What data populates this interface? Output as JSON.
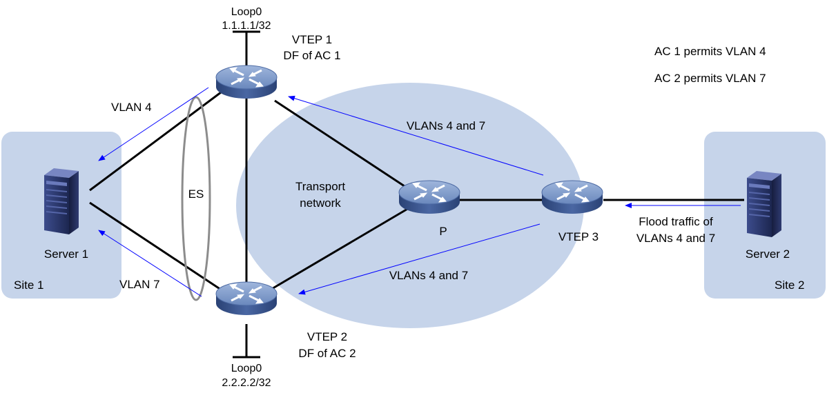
{
  "colors": {
    "site_fill": "#c6d4ea",
    "transport_fill": "#c6d4ea",
    "link": "#000000",
    "arrow": "#0000ff",
    "es_ring": "#8c8c8c",
    "router_top": "#7f9ac6",
    "router_side": "#2f4a82",
    "server_dark": "#1a2244",
    "server_light": "#4a5a9c"
  },
  "sites": {
    "site1_label": "Site 1",
    "site2_label": "Site 2"
  },
  "servers": {
    "server1_label": "Server 1",
    "server2_label": "Server 2"
  },
  "transport": {
    "label_line1": "Transport",
    "label_line2": "network"
  },
  "es": {
    "label": "ES"
  },
  "vtep1": {
    "name": "VTEP 1",
    "role": "DF of AC 1",
    "loopback_name": "Loop0",
    "loopback_ip": "1.1.1.1/32"
  },
  "vtep2": {
    "name": "VTEP 2",
    "role": "DF of AC 2",
    "loopback_name": "Loop0",
    "loopback_ip": "2.2.2.2/32"
  },
  "vtep3": {
    "name": "VTEP 3"
  },
  "p_router": {
    "name": "P"
  },
  "flows": {
    "vlan4_label": "VLAN 4",
    "vlan7_label": "VLAN 7",
    "upper_label": "VLANs 4 and 7",
    "lower_label": "VLANs 4 and 7",
    "flood_line1": "Flood traffic of",
    "flood_line2": "VLANs 4 and 7"
  },
  "notes": {
    "ac1": "AC 1 permits VLAN 4",
    "ac2": "AC 2 permits VLAN 7"
  },
  "icons": {
    "router": "router-icon",
    "server": "server-icon"
  }
}
